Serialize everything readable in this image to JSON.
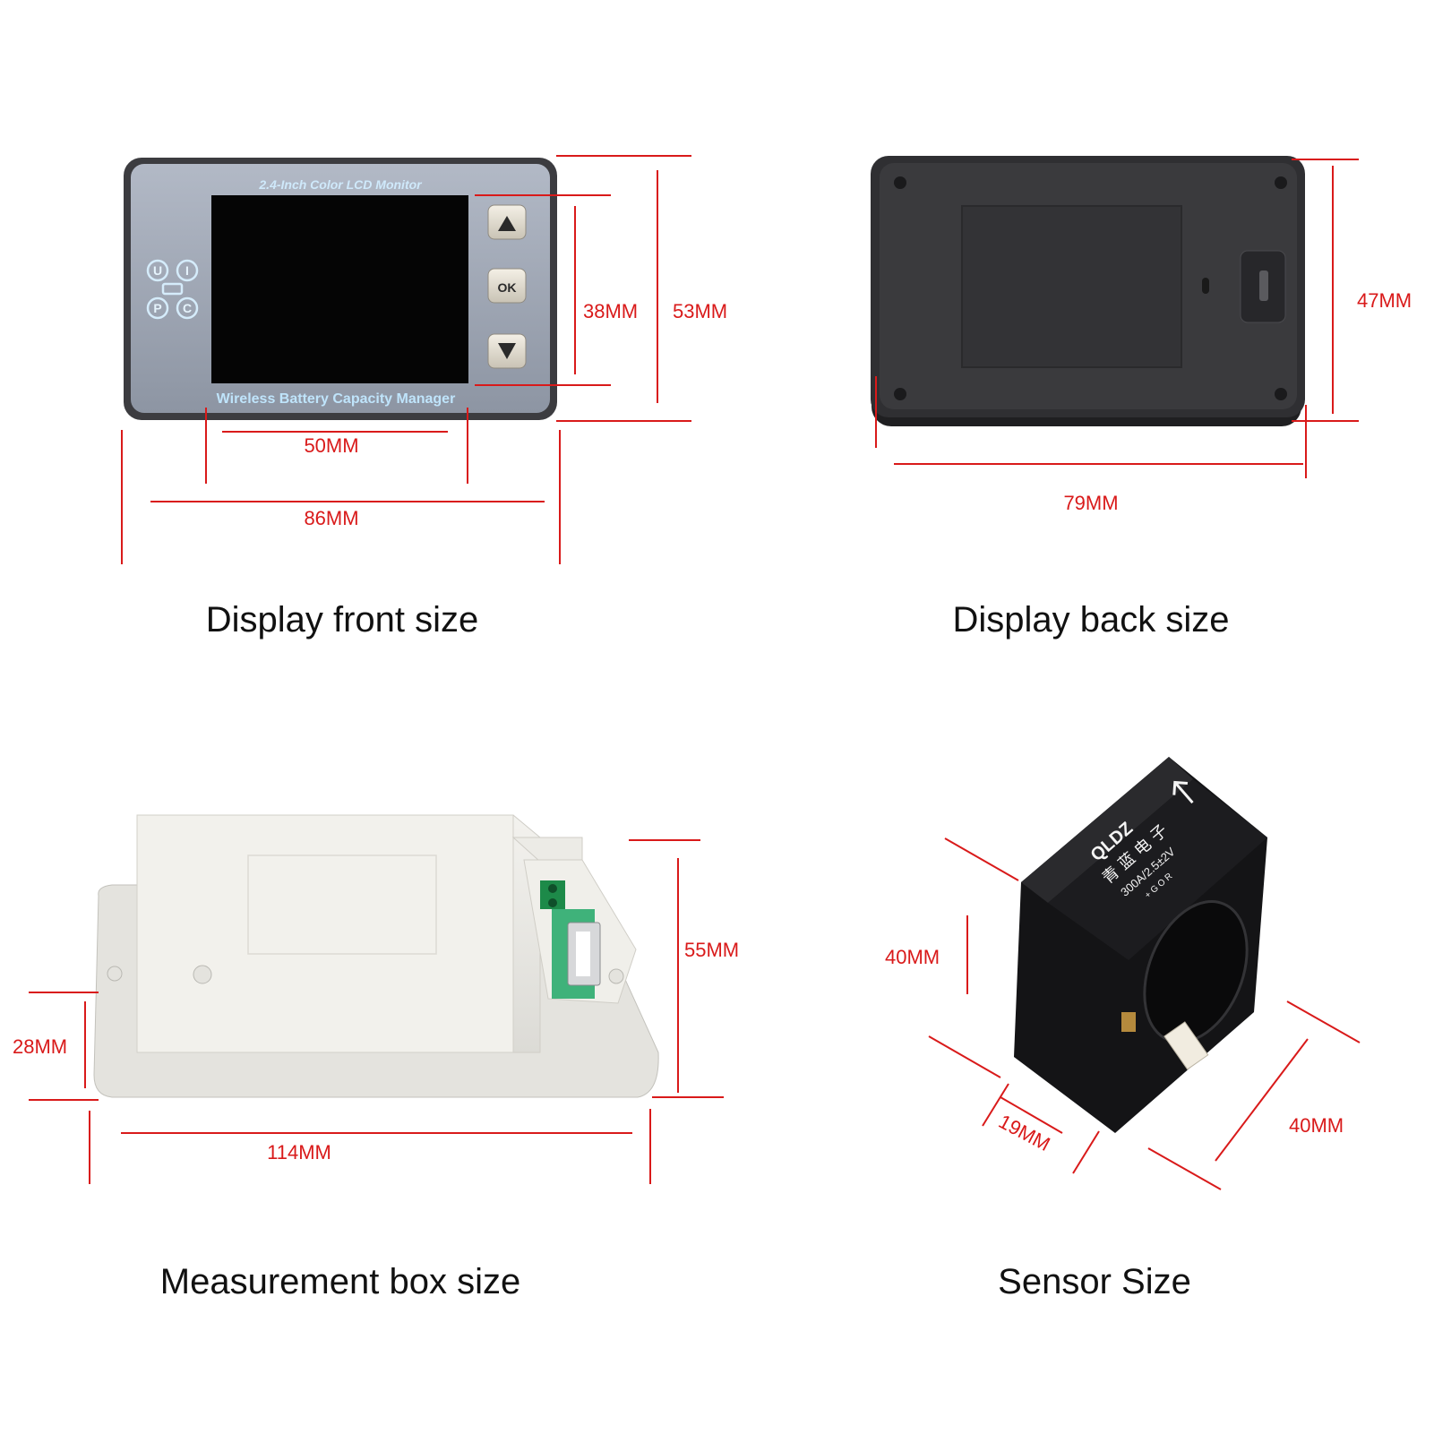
{
  "colors": {
    "dimension": "#d91a1a",
    "caption": "#111111"
  },
  "front": {
    "caption": "Display front size",
    "panel_title": "2.4-Inch Color LCD Monitor",
    "panel_footer": "Wireless Battery Capacity Manager",
    "buttons": {
      "up_icon": "triangle-up-icon",
      "ok": "OK",
      "down_icon": "triangle-down-icon"
    },
    "indicators": {
      "u": "U",
      "i": "I",
      "p": "P",
      "c": "C"
    },
    "dims": {
      "screen_height": "38MM",
      "height": "53MM",
      "screen_width": "50MM",
      "width": "86MM"
    }
  },
  "back": {
    "caption": "Display back size",
    "dims": {
      "height": "47MM",
      "width": "79MM"
    }
  },
  "box": {
    "caption": "Measurement box size",
    "dims": {
      "height": "55MM",
      "depth": "28MM",
      "length": "114MM"
    }
  },
  "sensor": {
    "caption": "Sensor Size",
    "label": {
      "brand": "QLDZ",
      "cn_brand": "青 蓝 电 子",
      "spec": "300A/2.5±2V",
      "pins": "+ G O R"
    },
    "dims": {
      "height": "40MM",
      "thickness": "19MM",
      "width": "40MM"
    }
  }
}
